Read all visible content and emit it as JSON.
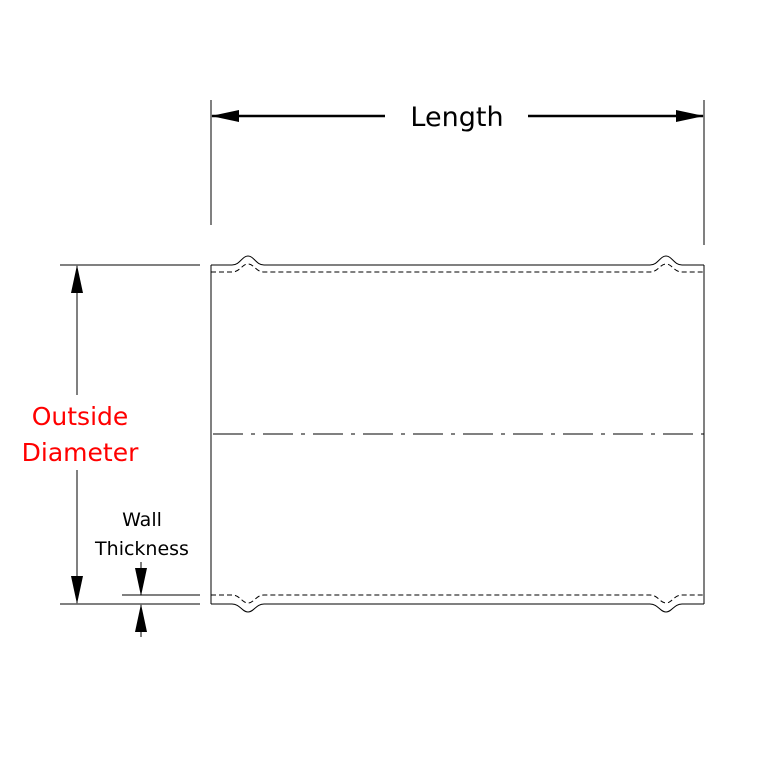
{
  "labels": {
    "length": "Length",
    "outside_diameter_line1": "Outside",
    "outside_diameter_line2": "Diameter",
    "wall_line1": "Wall",
    "wall_line2": "Thickness"
  },
  "colors": {
    "line": "#000000",
    "highlight_label": "#ff0000"
  }
}
